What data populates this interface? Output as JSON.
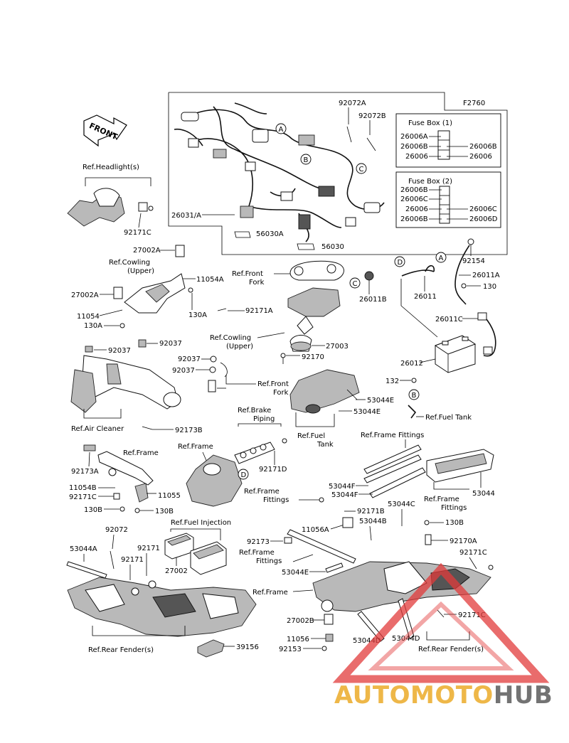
{
  "diagram_code": "F2760",
  "front_label": "FRONT",
  "fuse_box_1": {
    "title": "Fuse Box (1)",
    "left": [
      "26006A",
      "26006B",
      "26006"
    ],
    "right": [
      "26006B",
      "26006"
    ]
  },
  "fuse_box_2": {
    "title": "Fuse Box (2)",
    "left": [
      "26006B",
      "26006C",
      "26006",
      "26006B"
    ],
    "right": [
      "26006C",
      "26006D"
    ]
  },
  "callouts": [
    "A",
    "B",
    "C",
    "D"
  ],
  "labels": {
    "p92072A": "92072A",
    "p92072B": "92072B",
    "p26031A": "26031/A",
    "p56030A": "56030A",
    "p56030": "56030",
    "ref_headlight": "Ref.Headlight(s)",
    "p92171C_a": "92171C",
    "p27002A_a": "27002A",
    "ref_cowling_upper_a": "Ref.Cowling",
    "ref_cowling_upper_a2": "(Upper)",
    "p11054A": "11054A",
    "p27002A_b": "27002A",
    "p11054": "11054",
    "p130A_a": "130A",
    "p130A_b": "130A",
    "ref_front_fork_a": "Ref.Front",
    "ref_front_fork_a2": "Fork",
    "p26011B": "26011B",
    "p92171A": "92171A",
    "ref_cowling_upper_b": "Ref.Cowling",
    "ref_cowling_upper_b2": "(Upper)",
    "p27003": "27003",
    "p92170": "92170",
    "p92037_a": "92037",
    "p92037_b": "92037",
    "p92037_c": "92037",
    "p92037_d": "92037",
    "ref_front_fork_b": "Ref.Front",
    "ref_front_fork_b2": "Fork",
    "ref_air_cleaner": "Ref.Air Cleaner",
    "p92173B": "92173B",
    "p92154": "92154",
    "p26011A": "26011A",
    "p130_a": "130",
    "p26011": "26011",
    "p26011C": "26011C",
    "p26012": "26012",
    "p132": "132",
    "ref_fuel_tank_a": "Ref.Fuel Tank",
    "p53044E_a": "53044E",
    "p53044E_b": "53044E",
    "ref_fuel_tank_b": "Ref.Fuel",
    "ref_fuel_tank_b2": "Tank",
    "ref_brake_piping": "Ref.Brake",
    "ref_brake_piping2": "Piping",
    "p92171D": "92171D",
    "ref_frame_a": "Ref.Frame",
    "ref_frame_b": "Ref.Frame",
    "ref_frame_fittings_a": "Ref.Frame Fittings",
    "p53044F_a": "53044F",
    "p53044F_b": "53044F",
    "ref_frame_fittings_b": "Ref.Frame",
    "ref_frame_fittings_b2": "Fittings",
    "p53044": "53044",
    "p92173A": "92173A",
    "p11054B": "11054B",
    "p92171C_b": "92171C",
    "p130B_a": "130B",
    "p130B_b": "130B",
    "p11055": "11055",
    "ref_frame_fittings_c": "Ref.Frame",
    "ref_frame_fittings_c2": "Fittings",
    "p92171B": "92171B",
    "p11056A": "11056A",
    "p53044B": "53044B",
    "p53044C": "53044C",
    "p130B_c": "130B",
    "p92170A": "92170A",
    "p92171C_c": "92171C",
    "p92173": "92173",
    "ref_frame_fittings_d": "Ref.Frame",
    "ref_frame_fittings_d2": "Fittings",
    "p53044E_c": "53044E",
    "ref_frame_c": "Ref.Frame",
    "p92072": "92072",
    "p53044A": "53044A",
    "p92171_a": "92171",
    "p92171_b": "92171",
    "ref_fuel_injection": "Ref.Fuel Injection",
    "p27002": "27002",
    "ref_rear_fender_a": "Ref.Rear Fender(s)",
    "p39156": "39156",
    "p27002B": "27002B",
    "p11056": "11056",
    "p92153": "92153",
    "p53044D_a": "53044D",
    "p53044D_b": "53044D",
    "p92171C_d": "92171C",
    "ref_rear_fender_b": "Ref.Rear Fender(s)"
  },
  "watermark": {
    "part1": "AUTO",
    "part2": "MOTO",
    "part3": "HUB"
  },
  "colors": {
    "line": "#000000",
    "watermark_red": "#e23b3b",
    "watermark_orange": "#ebaa28",
    "watermark_gray": "#5a5a5a"
  }
}
